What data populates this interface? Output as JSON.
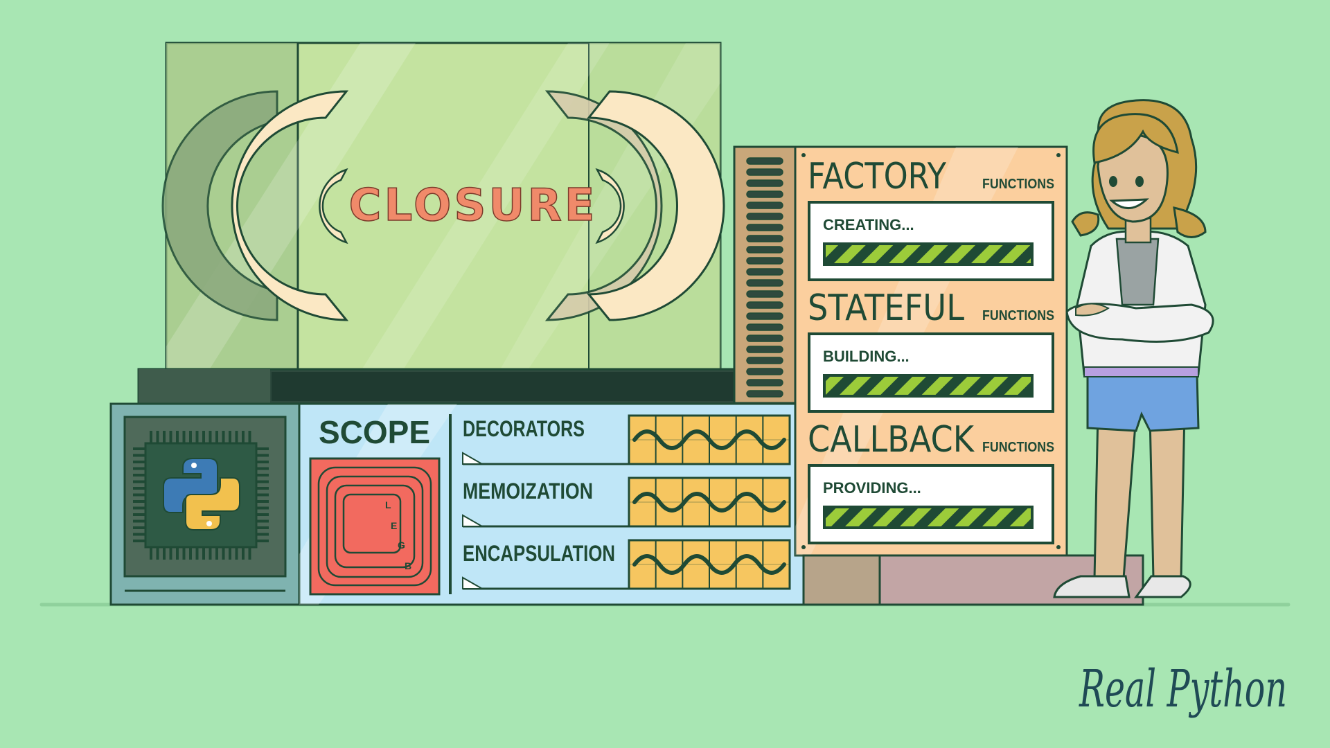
{
  "closure_panel": {
    "title": "CLOSURE"
  },
  "scope_panel": {
    "title": "SCOPE",
    "legb": [
      "L",
      "E",
      "G",
      "B"
    ],
    "rows": [
      {
        "label": "DECORATORS"
      },
      {
        "label": "MEMOIZATION"
      },
      {
        "label": "ENCAPSULATION"
      }
    ]
  },
  "functions_panel": {
    "sections": [
      {
        "title": "FACTORY",
        "suffix": "FUNCTIONS",
        "status": "CREATING...",
        "progress": 1.0
      },
      {
        "title": "STATEFUL",
        "suffix": "FUNCTIONS",
        "status": "BUILDING...",
        "progress": 1.0
      },
      {
        "title": "CALLBACK",
        "suffix": "FUNCTIONS",
        "status": "PROVIDING...",
        "progress": 1.0
      }
    ]
  },
  "brand": {
    "logo_text": "Real Python"
  },
  "colors": {
    "background": "#a8e6b3",
    "outline": "#1f4a35",
    "glass": "#c4e3a0",
    "closure_text": "#f08a6a",
    "scope_bg": "#bfe6f7",
    "functions_bg": "#fbcf9e",
    "progress_stripe": "#9ccc3a",
    "chip_bg": "#2e5a45"
  }
}
